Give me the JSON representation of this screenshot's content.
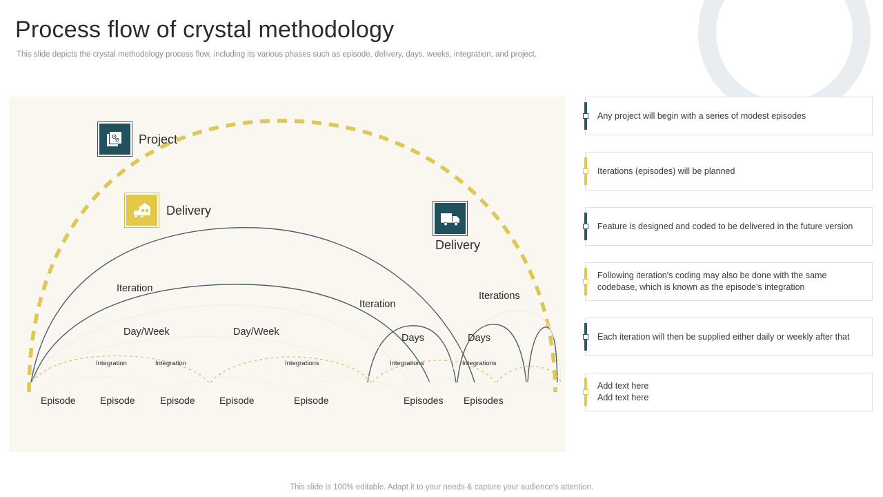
{
  "header": {
    "title": "Process flow of crystal methodology",
    "subtitle": "This slide depicts the crystal methodology process flow, including its various phases such as episode, delivery, days, weeks, integration, and project."
  },
  "colors": {
    "panel_bg": "#faf7f0",
    "dark_teal": "#22505c",
    "gold": "#e3c84a",
    "arc_dark": "#4a5f68",
    "arc_gold": "#d9c472",
    "ring": "#e8edf1"
  },
  "diagram": {
    "icons": [
      {
        "name": "project",
        "label": "Project",
        "icon": "blueprint-gears-icon",
        "style": "dark"
      },
      {
        "name": "delivery-warehouse",
        "label": "Delivery",
        "icon": "warehouse-truck-icon",
        "style": "gold"
      },
      {
        "name": "delivery-truck",
        "label": "Delivery",
        "icon": "truck-icon",
        "style": "dark"
      }
    ],
    "arc_labels": [
      {
        "text": "Iteration",
        "size": "big"
      },
      {
        "text": "Day/Week",
        "size": "big"
      },
      {
        "text": "Day/Week",
        "size": "big"
      },
      {
        "text": "Iteration",
        "size": "big"
      },
      {
        "text": "Iterations",
        "size": "big"
      },
      {
        "text": "Days",
        "size": "big"
      },
      {
        "text": "Days",
        "size": "big"
      }
    ],
    "integration_labels": [
      "Integration",
      "Integration",
      "Integrations",
      "Integrations",
      "Integrations"
    ],
    "episode_labels": [
      "Episode",
      "Episode",
      "Episode",
      "Episode",
      "Episode",
      "Episodes",
      "Episodes"
    ]
  },
  "cards": [
    {
      "text": "Any project will begin with a series of modest episodes",
      "marker": "dark"
    },
    {
      "text": "Iterations (episodes) will be planned",
      "marker": "gold"
    },
    {
      "text": "Feature is designed and coded to be delivered in the future version",
      "marker": "dark"
    },
    {
      "text": "Following iteration's coding may also be done with the same codebase, which is known as the episode's integration",
      "marker": "gold"
    },
    {
      "text": "Each iteration will then be supplied either daily or weekly after that",
      "marker": "dark"
    },
    {
      "text": "Add text here\nAdd text here",
      "marker": "gold"
    }
  ],
  "footer": {
    "note": "This slide is 100% editable. Adapt it to your needs & capture your audience's attention."
  }
}
